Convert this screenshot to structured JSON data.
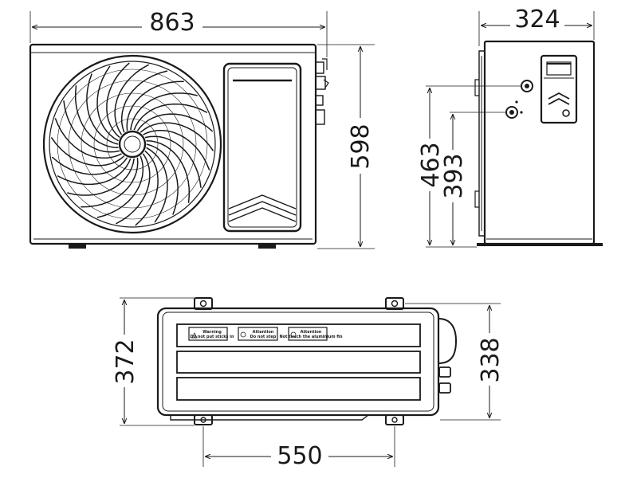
{
  "dimensions": {
    "front_width": "863",
    "front_height": "598",
    "side_depth": "324",
    "side_height_upper": "463",
    "side_height_lower": "393",
    "top_depth": "372",
    "top_inner_depth": "338",
    "feet_spacing": "550"
  },
  "labels": [
    {
      "title": "Warning",
      "text": "Do not put sticks in"
    },
    {
      "title": "Attention",
      "text": "Do not step"
    },
    {
      "title": "Attention",
      "text": "Not touch the aluminium fin"
    }
  ],
  "colors": {
    "line": "#1a1a1a",
    "background": "#ffffff"
  }
}
